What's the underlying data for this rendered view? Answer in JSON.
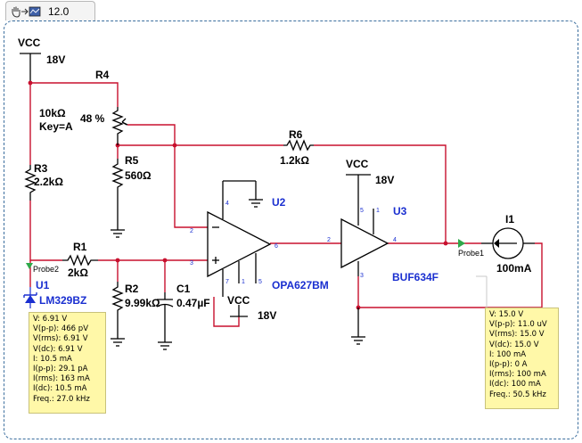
{
  "tab": {
    "zoom": "12.0",
    "icons": [
      "hand-icon",
      "arrow-icon",
      "instrument-icon"
    ]
  },
  "vcc_top": {
    "name": "VCC",
    "value": "18V"
  },
  "vcc_u3": {
    "name": "VCC",
    "value": "18V"
  },
  "vcc_u2": {
    "name": "VCC",
    "value": "18V"
  },
  "r4": {
    "ref": "R4",
    "value": "10kΩ",
    "key": "Key=A",
    "percent": "48 %"
  },
  "r3": {
    "ref": "R3",
    "value": "2.2kΩ"
  },
  "r5": {
    "ref": "R5",
    "value": "560Ω"
  },
  "r6": {
    "ref": "R6",
    "value": "1.2kΩ"
  },
  "r1": {
    "ref": "R1",
    "value": "2kΩ"
  },
  "r2": {
    "ref": "R2",
    "value": "9.99kΩ"
  },
  "c1": {
    "ref": "C1",
    "value": "0.47µF"
  },
  "u1": {
    "ref": "U1",
    "part": "LM329BZ"
  },
  "u2": {
    "ref": "U2",
    "part": "OPA627BM"
  },
  "u3": {
    "ref": "U3",
    "part": "BUF634F"
  },
  "i1": {
    "ref": "I1",
    "value": "100mA"
  },
  "probe1": {
    "label": "Probe1",
    "readings": [
      "V: 15.0 V",
      "V(p-p): 11.0 uV",
      "V(rms): 15.0 V",
      "V(dc): 15.0 V",
      "I: 100 mA",
      "I(p-p): 0 A",
      "I(rms): 100 mA",
      "I(dc): 100 mA",
      "Freq.: 50.5 kHz"
    ]
  },
  "probe2": {
    "label": "Probe2",
    "readings": [
      "V: 6.91 V",
      "V(p-p): 466 pV",
      "V(rms): 6.91 V",
      "V(dc): 6.91 V",
      "I: 10.5 mA",
      "I(p-p): 29.1 pA",
      "I(rms): 163 mA",
      "I(dc): 10.5 mA",
      "Freq.: 27.0 kHz"
    ]
  },
  "pins": {
    "u2_inv": "2",
    "u2_noninv": "3",
    "u2_out": "6",
    "u2_vplus": "4",
    "u2_vminus": "7",
    "u2_p1": "1",
    "u2_p5": "5",
    "u3_in": "2",
    "u3_out": "4",
    "u3_vplus": "5",
    "u3_p1": "1",
    "u3_vminus": "3"
  },
  "colors": {
    "wire": "#c8102e",
    "label_blue": "#1a2fd0",
    "probe_bg": "#fff8a8",
    "frame": "#3b6e9e"
  }
}
